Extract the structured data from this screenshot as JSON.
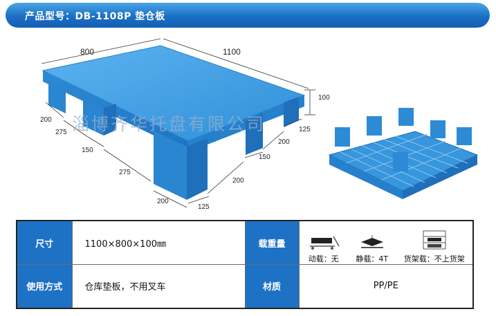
{
  "header": {
    "title": "产品型号：DB-1108P  垫仓板"
  },
  "watermark": "淄博齐华托盘有限公司",
  "dimensions": {
    "length": "800",
    "width": "1100",
    "height": "100",
    "d1": "200",
    "d2": "275",
    "d3": "150",
    "d4": "275",
    "d5": "200",
    "d6": "125",
    "d7": "200",
    "d8": "150",
    "d9": "200",
    "d10": "125"
  },
  "specs": {
    "size_label": "尺寸",
    "size_value": "1100×800×100㎜",
    "load_label": "载重量",
    "dynamic_load": "动载：无",
    "static_load": "静载：4T",
    "rack_load": "货架载：不上货架",
    "usage_label": "使用方式",
    "usage_value": "仓库垫板，不用叉车",
    "material_label": "材质",
    "material_value": "PP/PE"
  },
  "colors": {
    "header_blue": "#1b6fc4",
    "pallet_blue": "#3b9be0",
    "label_blue": "#1e72c6"
  }
}
